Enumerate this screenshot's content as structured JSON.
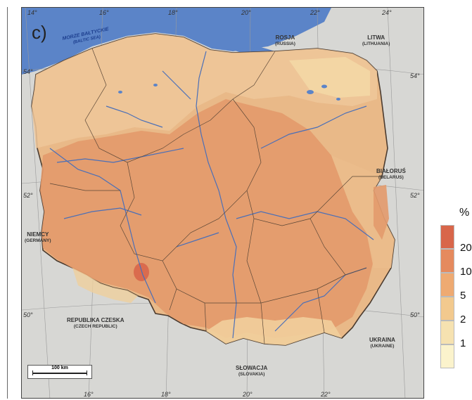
{
  "panel_label": "c)",
  "coords": {
    "top": [
      "14°",
      "16°",
      "18°",
      "20°",
      "22°",
      "24°"
    ],
    "bottom": [
      "16°",
      "18°",
      "20°",
      "22°"
    ],
    "left": [
      "54°",
      "52°",
      "50°"
    ],
    "right": [
      "54°",
      "52°",
      "50°"
    ]
  },
  "sea": {
    "name": "MORZE BAŁTYCKIE",
    "name_en": "(BALTIC SEA)"
  },
  "countries": [
    {
      "name": "ROSJA",
      "name_en": "(RUSSIA)"
    },
    {
      "name": "LITWA",
      "name_en": "(LITHUANIA)"
    },
    {
      "name": "BIAŁORUŚ",
      "name_en": "(BELARUS)"
    },
    {
      "name": "NIEMCY",
      "name_en": "(GERMANY)"
    },
    {
      "name": "REPUBLIKA CZESKA",
      "name_en": "(CZECH REPUBLIC)"
    },
    {
      "name": "SŁOWACJA",
      "name_en": "(SLOVAKIA)"
    },
    {
      "name": "UKRAINA",
      "name_en": "(UKRAINE)"
    }
  ],
  "scalebar": {
    "label": "100 km"
  },
  "legend": {
    "title": "%",
    "classes": [
      {
        "label": "",
        "color": "#d8664a"
      },
      {
        "label": "20",
        "color": "#e58a5e"
      },
      {
        "label": "10",
        "color": "#eeaa72"
      },
      {
        "label": "5",
        "color": "#f2c98e"
      },
      {
        "label": "2",
        "color": "#f6e2b0"
      },
      {
        "label": "1",
        "color": "#fbf3cc"
      }
    ]
  },
  "colors": {
    "sea": "#5b84c8",
    "neighbors": "#d7d7d4",
    "poland_base": "#e9b988",
    "poland_core": "#e39a6c",
    "hot_spot": "#d8664a",
    "river": "#4a6fb8",
    "border": "#4b3b2f"
  }
}
